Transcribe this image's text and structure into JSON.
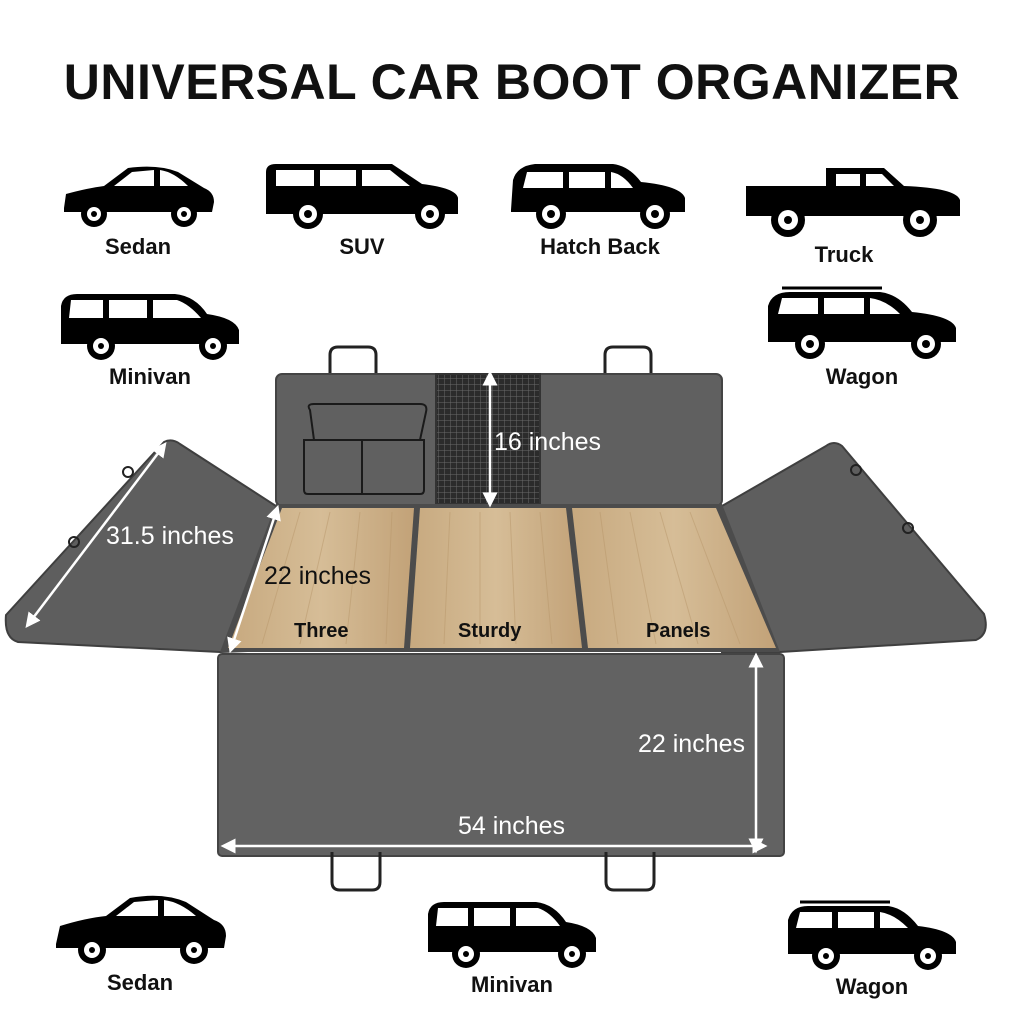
{
  "title": "UNIVERSAL CAR BOOT ORGANIZER",
  "vehicles_top": [
    {
      "label": "Sedan",
      "icon": "sedan-icon"
    },
    {
      "label": "SUV",
      "icon": "suv-icon"
    },
    {
      "label": "Hatch Back",
      "icon": "hatchback-icon"
    },
    {
      "label": "Truck",
      "icon": "truck-icon"
    }
  ],
  "vehicles_mid": [
    {
      "label": "Minivan",
      "icon": "minivan-icon"
    },
    {
      "label": "Wagon",
      "icon": "wagon-icon"
    }
  ],
  "vehicles_bottom": [
    {
      "label": "Sedan",
      "icon": "sedan-icon"
    },
    {
      "label": "Minivan",
      "icon": "minivan-icon"
    },
    {
      "label": "Wagon",
      "icon": "wagon-icon"
    }
  ],
  "dimensions": {
    "back_height": "16 inches",
    "side_length": "31.5 inches",
    "floor_depth": "22 inches",
    "bumper_height": "22 inches",
    "width": "54 inches"
  },
  "panels": [
    "Three",
    "Sturdy",
    "Panels"
  ],
  "colors": {
    "fabric": "#5f5f5f",
    "fabric_dark": "#4a4a4a",
    "wood": "#c9ad86",
    "mesh": "#2a2a2a"
  }
}
